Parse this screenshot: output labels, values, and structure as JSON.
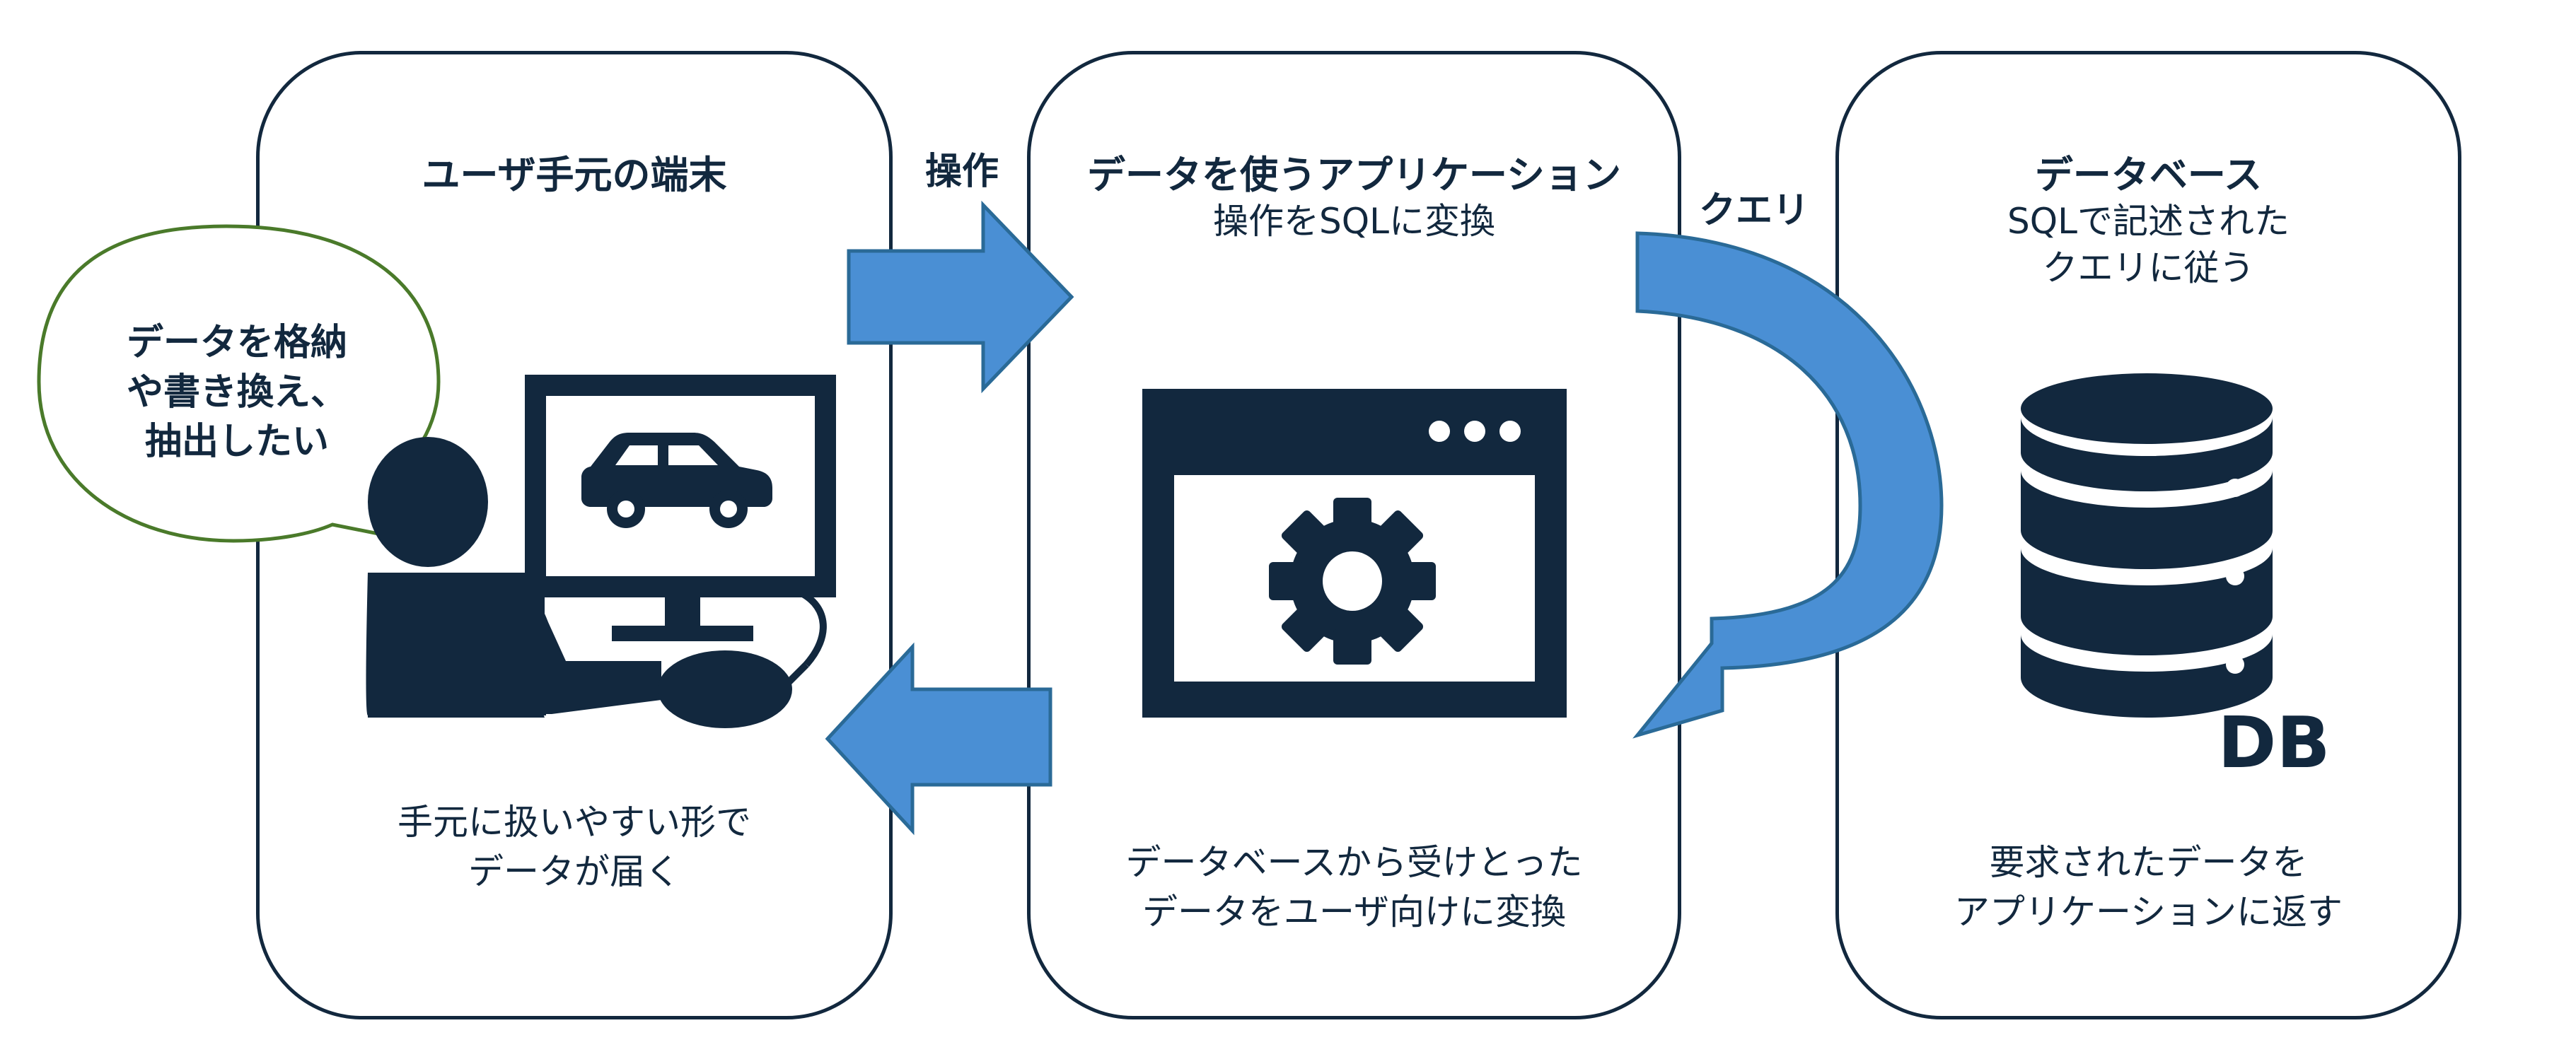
{
  "panels": {
    "left": {
      "title": "ユーザ手元の端末",
      "desc_line1": "手元に扱いやすい形で",
      "desc_line2": "データが届く"
    },
    "middle": {
      "title": "データを使うアプリケーション",
      "subtitle": "操作をSQLに変換",
      "desc_line1": "データベースから受けとった",
      "desc_line2": "データをユーザ向けに変換"
    },
    "right": {
      "title": "データベース",
      "subtitle_line1": "SQLで記述された",
      "subtitle_line2": "クエリに従う",
      "desc_line1": "要求されたデータを",
      "desc_line2": "アプリケーションに返す"
    }
  },
  "arrows": {
    "operation_label": "操作",
    "query_label": "クエリ"
  },
  "bubble": {
    "line1": "データを格納",
    "line2": "や書き換え、",
    "line3": "抽出したい"
  },
  "db_label": "DB",
  "colors": {
    "navy": "#12283e",
    "arrow_blue": "#4a8fd4",
    "arrow_border": "#2a6a97",
    "bubble_green": "#4a7a2a"
  }
}
